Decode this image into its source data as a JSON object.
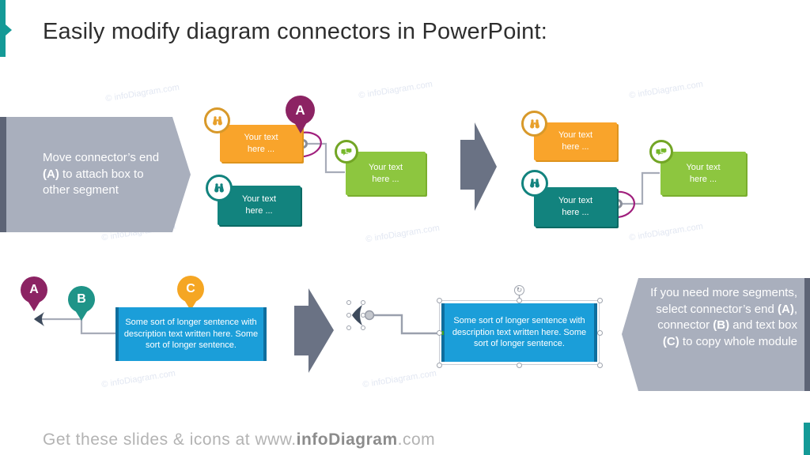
{
  "slide": {
    "title": "Easily modify diagram connectors in PowerPoint:",
    "watermark": "© infoDiagram.com",
    "footer": {
      "prefix": "Get these slides & icons at www.",
      "brand": "infoDiagram",
      "suffix": ".com"
    }
  },
  "callout_left": {
    "p1": "Move connector’s end ",
    "a": "(A)",
    "p2": " to attach box to other segment"
  },
  "callout_right": {
    "p1": "If you need more segments, select connector’s end ",
    "a": "(A)",
    "p2": ", connector ",
    "b": "(B)",
    "p3": " and text box ",
    "c": "(C)",
    "p4": " to copy whole module"
  },
  "labels": {
    "box_placeholder": "Your text here ...",
    "long_sentence": "Some sort of longer sentence with description text written here. Some sort of longer sentence."
  },
  "pins": {
    "a": "A",
    "b": "B",
    "c": "C"
  },
  "icons": {
    "binoculars": "binoculars-icon",
    "chat_bubbles": "chat-bubbles-icon",
    "rotate_glyph": "↻"
  },
  "colors": {
    "accent_teal": "#149A97",
    "orange": "#F9A42B",
    "teal_box": "#12837E",
    "green_box": "#8DC63F",
    "blue_box": "#1B9ED9",
    "blue_box_edge": "#0F6E9E",
    "purple_pin": "#8C2363",
    "teal_pin": "#1F9488",
    "orange_pin": "#F5A623",
    "magenta_highlight": "#A01F7D",
    "callout_gray": "#A9AFBD",
    "callout_dark_strip": "#5D6476",
    "arrow_gray": "#6A7284",
    "connector_gray": "#A7ACB8"
  }
}
